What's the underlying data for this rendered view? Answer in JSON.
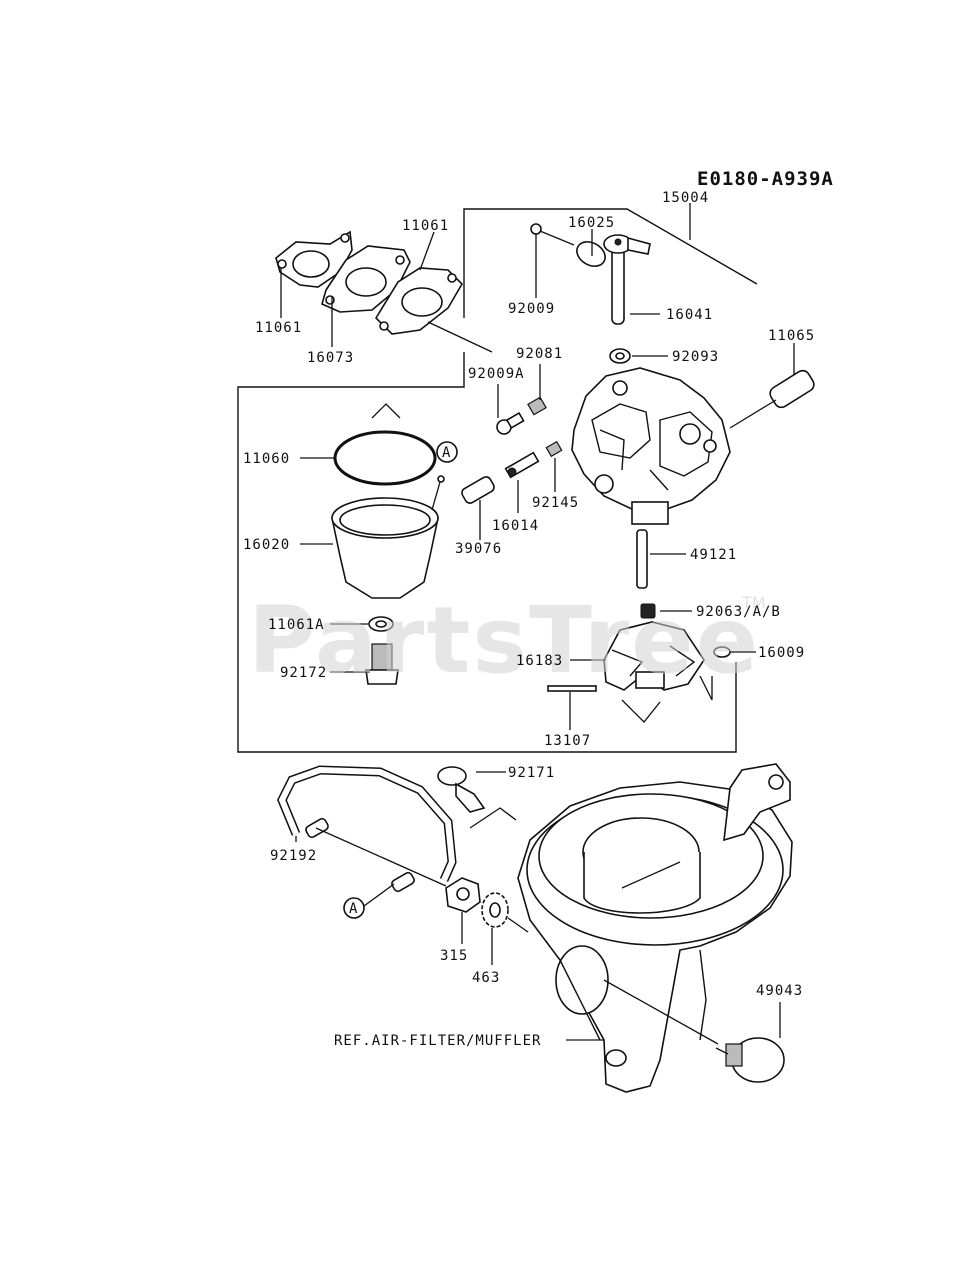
{
  "diagram_code": "E0180-A939A",
  "watermark": "PartsTree",
  "trademark": "TM",
  "ref_label": "REF.AIR-FILTER/MUFFLER",
  "callout_letter": "A",
  "parts": {
    "p15004": "15004",
    "p16025": "16025",
    "p11061_top": "11061",
    "p11061_left": "11061",
    "p16073": "16073",
    "p92009": "92009",
    "p16041": "16041",
    "p92081": "92081",
    "p92093": "92093",
    "p11065": "11065",
    "p92009A": "92009A",
    "p11060": "11060",
    "p16020": "16020",
    "p16014": "16014",
    "p92145": "92145",
    "p39076": "39076",
    "p49121": "49121",
    "p92063": "92063/A/B",
    "p11061A": "11061A",
    "p16183": "16183",
    "p16009": "16009",
    "p92172": "92172",
    "p13107": "13107",
    "p92171": "92171",
    "p92192": "92192",
    "p315": "315",
    "p463": "463",
    "p49043": "49043"
  }
}
